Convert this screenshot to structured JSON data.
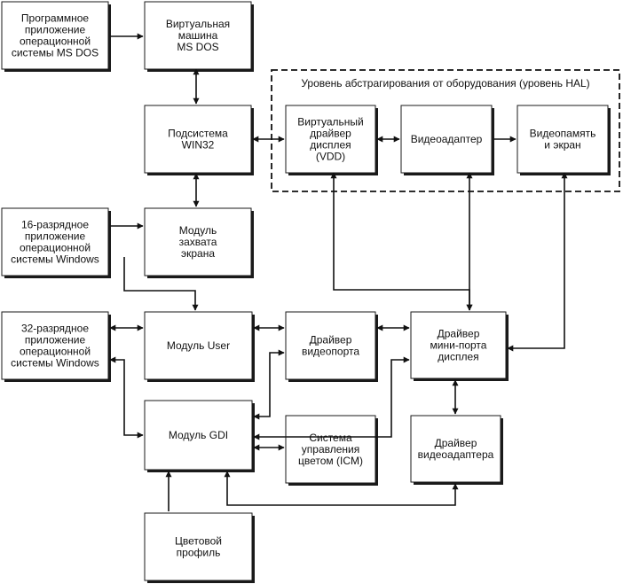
{
  "hal_group": {
    "title": "Уровень абстрагирования от оборудования (уровень HAL)"
  },
  "nodes": {
    "dos_app": {
      "lines": [
        "Программное",
        "приложение",
        "операционной",
        "системы MS DOS"
      ]
    },
    "vdm": {
      "lines": [
        "Виртуальная",
        "машина",
        "MS DOS"
      ]
    },
    "win32": {
      "lines": [
        "Подсистема",
        "WIN32"
      ]
    },
    "vdd": {
      "lines": [
        "Виртуальный",
        "драйвер",
        "дисплея",
        "(VDD)"
      ]
    },
    "adapter": {
      "lines": [
        "Видеоадаптер"
      ]
    },
    "vmem": {
      "lines": [
        "Видеопамять",
        "и экран"
      ]
    },
    "app16": {
      "lines": [
        "16-разрядное",
        "приложение",
        "операционной",
        "системы Windows"
      ]
    },
    "capture": {
      "lines": [
        "Модуль",
        "захвата",
        "экрана"
      ]
    },
    "app32": {
      "lines": [
        "32-разрядное",
        "приложение",
        "операционной",
        "системы Windows"
      ]
    },
    "user": {
      "lines": [
        "Модуль User"
      ]
    },
    "vport": {
      "lines": [
        "Драйвер",
        "видеопорта"
      ]
    },
    "miniport": {
      "lines": [
        "Драйвер",
        "мини-порта",
        "дисплея"
      ]
    },
    "gdi": {
      "lines": [
        "Модуль GDI"
      ]
    },
    "icm": {
      "lines": [
        "Система",
        "управления",
        "цветом (ICM)"
      ]
    },
    "vadrv": {
      "lines": [
        "Драйвер",
        "видеоадаптера"
      ]
    },
    "profile": {
      "lines": [
        "Цветовой",
        "профиль"
      ]
    }
  }
}
